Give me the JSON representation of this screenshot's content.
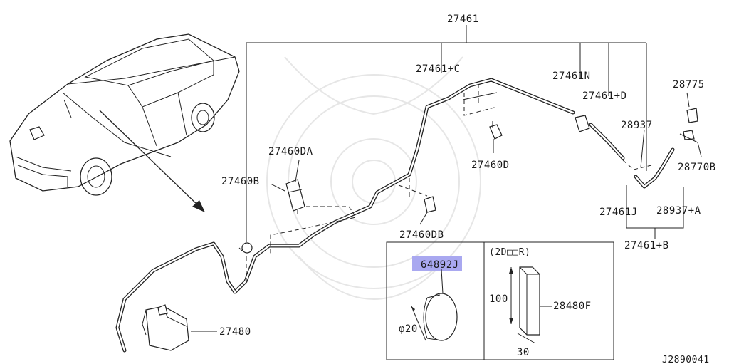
{
  "labels": {
    "p27461": "27461",
    "p27461c": "27461+C",
    "p27461n": "27461N",
    "p27461d": "27461+D",
    "p28775": "28775",
    "p28937": "28937",
    "p28770b": "28770B",
    "p27460b": "27460B",
    "p27460da": "27460DA",
    "p27460d": "27460D",
    "p27461j": "27461J",
    "p28937a": "28937+A",
    "p27460db": "27460DB",
    "p27461b": "27461+B",
    "p27480": "27480",
    "p64892j": "64892J",
    "p28480f": "28480F",
    "door": "(2D□□R)",
    "dim100": "100",
    "dim30": "30",
    "dim20": "φ20",
    "code": "J2890041"
  },
  "colors": {
    "highlight": "#a9a8f0"
  }
}
